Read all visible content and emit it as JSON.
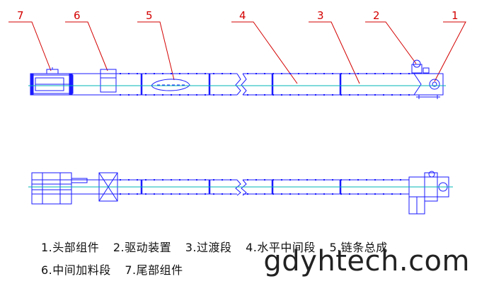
{
  "callouts": [
    {
      "num": "7"
    },
    {
      "num": "6"
    },
    {
      "num": "5"
    },
    {
      "num": "4"
    },
    {
      "num": "3"
    },
    {
      "num": "2"
    },
    {
      "num": "1"
    }
  ],
  "legend": {
    "row1": [
      "1.头部组件",
      "2.驱动装置",
      "3.过渡段",
      "4.水平中间段",
      "5.链条总成"
    ],
    "row2": [
      "6.中间加料段",
      "7.尾部组件"
    ]
  },
  "watermark": "gdyhtech.com",
  "colors": {
    "outline": "#1a1aff",
    "centerline": "#00b4b4",
    "callout": "#d40000",
    "text": "#111111"
  }
}
